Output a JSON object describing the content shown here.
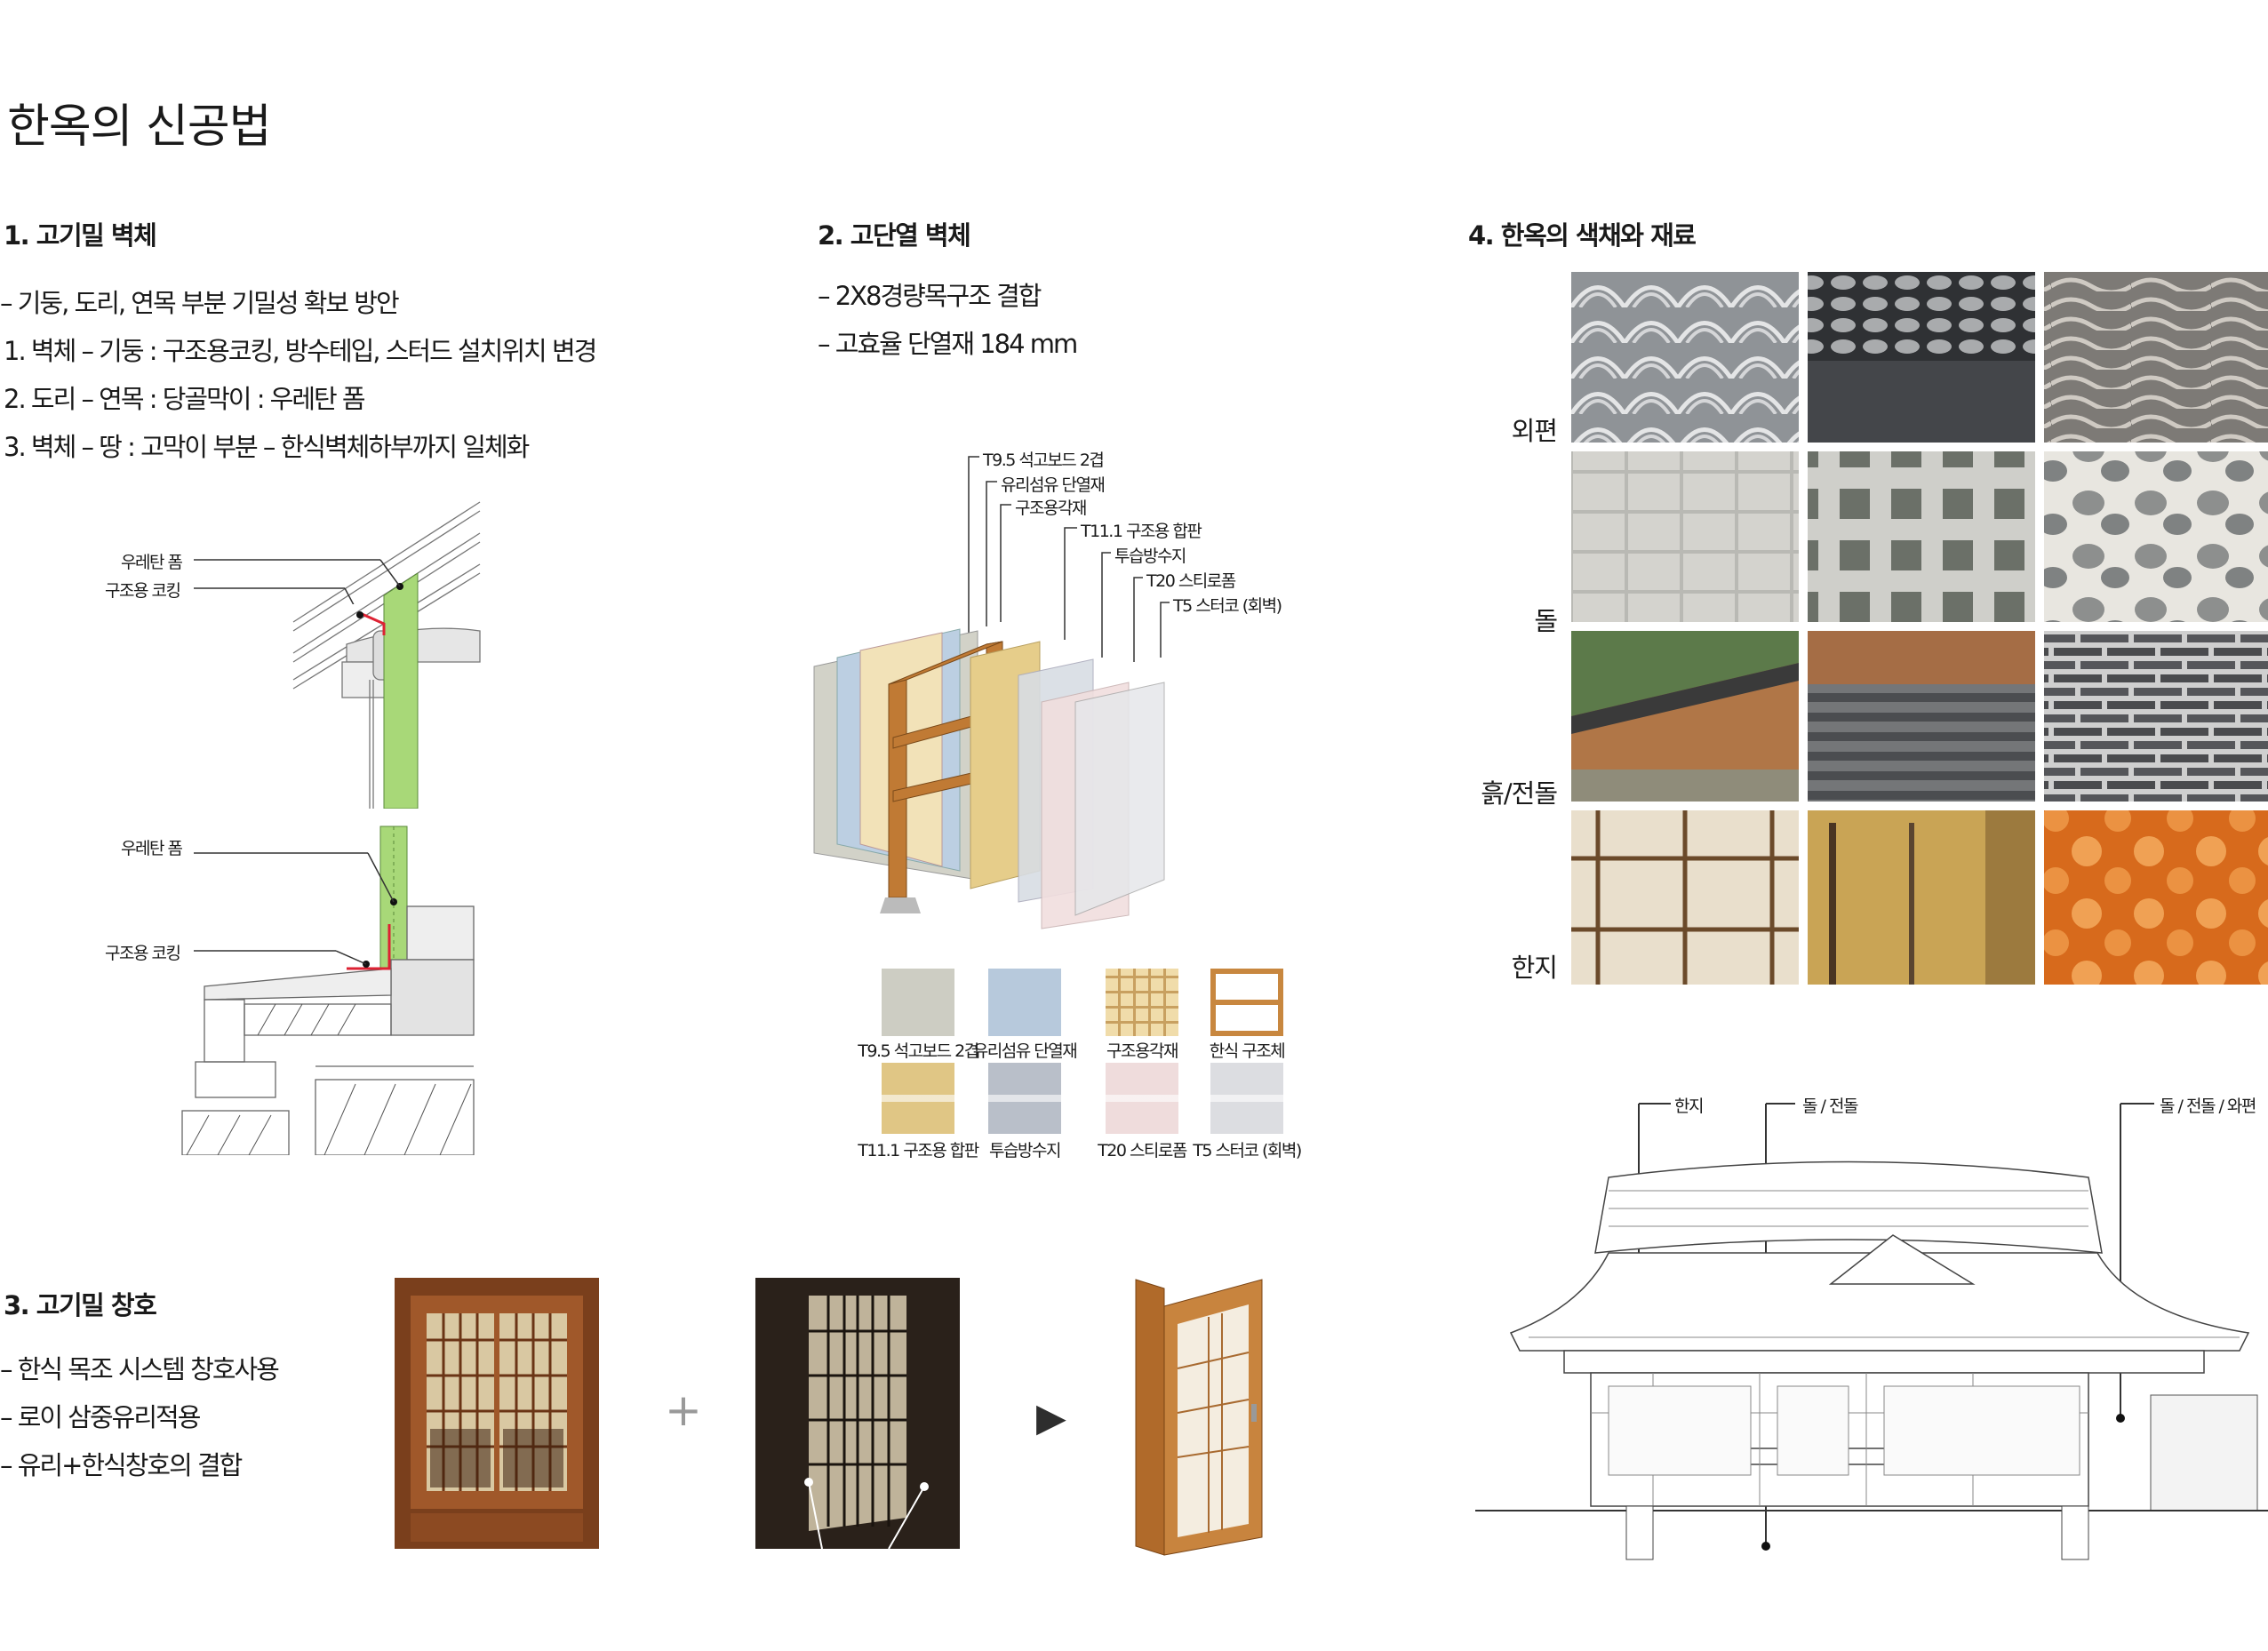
{
  "title": "한옥의 신공법",
  "section1": {
    "heading": "1. 고기밀 벽체",
    "lines": [
      "– 기둥, 도리, 연목 부분 기밀성 확보 방안",
      "1. 벽체 – 기둥 : 구조용코킹, 방수테입, 스터드 설치위치 변경",
      "2. 도리 – 연목 : 당골막이 : 우레탄 폼",
      "3. 벽체 – 땅 : 고막이 부분 – 한식벽체하부까지 일체화"
    ],
    "labels": {
      "upper_foam": "우레탄 폼",
      "upper_caulk": "구조용 코킹",
      "lower_foam": "우레탄 폼",
      "lower_caulk": "구조용 코킹"
    }
  },
  "section2": {
    "heading": "2. 고단열 벽체",
    "lines": [
      "– 2X8경량목구조  결합",
      "– 고효율  단열재 184 mm"
    ],
    "layer_labels": [
      "T9.5 석고보드 2겹",
      "유리섬유 단열재",
      "구조용각재",
      "T11.1 구조용 합판",
      "투습방수지",
      "T20 스티로폼",
      "T5 스터코 (회벽)"
    ],
    "legend": [
      {
        "label": "T9.5 석고보드 2겹",
        "color": "#cdcdc3"
      },
      {
        "label": "유리섬유 단열재",
        "color": "#b7c9dc"
      },
      {
        "label": "구조용각재",
        "color": "#f0dcaa"
      },
      {
        "label": "한식 구조체",
        "color": "#c8873f"
      },
      {
        "label": "T11.1 구조용 합판",
        "color": "#e0c685"
      },
      {
        "label": "투습방수지",
        "color": "#b9bfc9"
      },
      {
        "label": "T20 스티로폼",
        "color": "#efdcdc"
      },
      {
        "label": "T5 스터코 (회벽)",
        "color": "#dcdde1"
      }
    ]
  },
  "section3": {
    "heading": "3. 고기밀 창호",
    "lines": [
      "– 한식 목조 시스템 창호사용",
      "– 로이 삼중유리적용",
      "– 유리+한식창호의 결합"
    ],
    "plus": "+",
    "arrow": "▶"
  },
  "section4": {
    "heading": "4. 한옥의 색채와 재료",
    "rows": [
      "외편",
      "돌",
      "흙/전돌",
      "한지"
    ],
    "elevation_labels": [
      "한지",
      "돌 / 전돌",
      "돌 / 전돌  / 와편"
    ]
  }
}
